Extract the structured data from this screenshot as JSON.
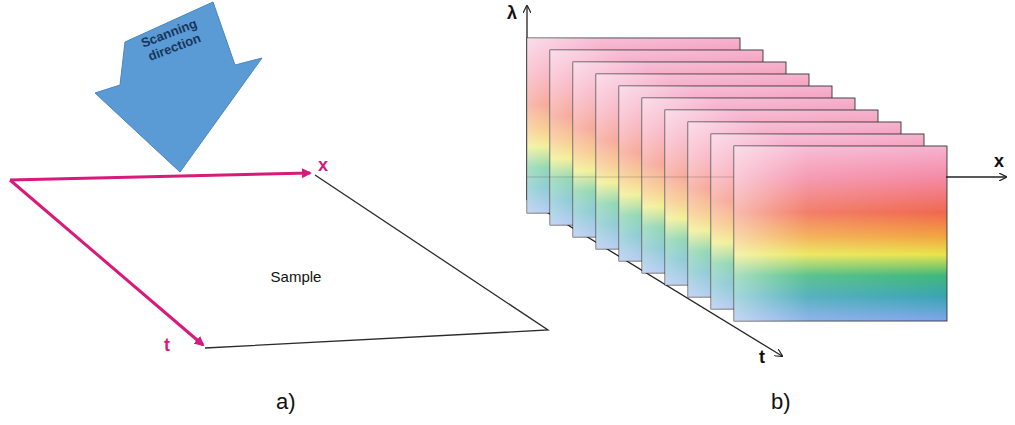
{
  "diagram": {
    "nodes": [
      {
        "text": [
          "Scanning direction"
        ]
      },
      {
        "text": [
          "Sample"
        ]
      }
    ],
    "labels": [
      "x",
      "t",
      "a)",
      "λ",
      "x",
      "t",
      "b)"
    ]
  }
}
